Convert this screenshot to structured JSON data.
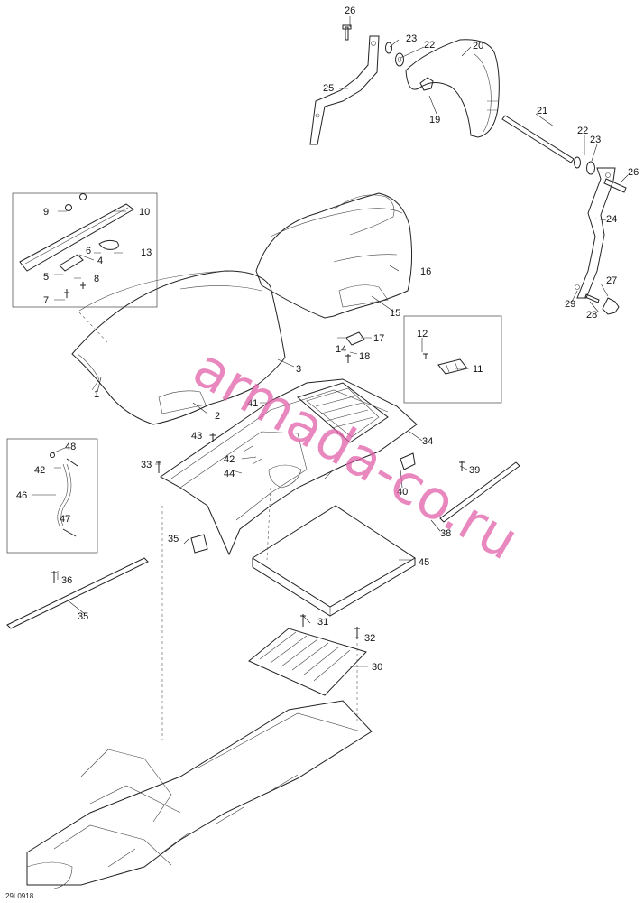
{
  "diagram": {
    "drawing_code": "29L0918",
    "watermark": "armada-co.ru",
    "callouts": [
      {
        "id": "c26a",
        "text": "26"
      },
      {
        "id": "c23a",
        "text": "23"
      },
      {
        "id": "c22a",
        "text": "22"
      },
      {
        "id": "c20",
        "text": "20"
      },
      {
        "id": "c25",
        "text": "25"
      },
      {
        "id": "c19",
        "text": "19"
      },
      {
        "id": "c21",
        "text": "21"
      },
      {
        "id": "c22b",
        "text": "22"
      },
      {
        "id": "c23b",
        "text": "23"
      },
      {
        "id": "c26b",
        "text": "26"
      },
      {
        "id": "c24",
        "text": "24"
      },
      {
        "id": "c9",
        "text": "9"
      },
      {
        "id": "c10",
        "text": "10"
      },
      {
        "id": "c6",
        "text": "6"
      },
      {
        "id": "c13",
        "text": "13"
      },
      {
        "id": "c4",
        "text": "4"
      },
      {
        "id": "c5",
        "text": "5"
      },
      {
        "id": "c8",
        "text": "8"
      },
      {
        "id": "c7",
        "text": "7"
      },
      {
        "id": "c16",
        "text": "16"
      },
      {
        "id": "c27",
        "text": "27"
      },
      {
        "id": "c29",
        "text": "29"
      },
      {
        "id": "c28",
        "text": "28"
      },
      {
        "id": "c15",
        "text": "15"
      },
      {
        "id": "c12",
        "text": "12"
      },
      {
        "id": "c14",
        "text": "14"
      },
      {
        "id": "c17",
        "text": "17"
      },
      {
        "id": "c18",
        "text": "18"
      },
      {
        "id": "c11",
        "text": "11"
      },
      {
        "id": "c3",
        "text": "3"
      },
      {
        "id": "c1",
        "text": "1"
      },
      {
        "id": "c2",
        "text": "2"
      },
      {
        "id": "c41",
        "text": "41"
      },
      {
        "id": "c43",
        "text": "43"
      },
      {
        "id": "c34",
        "text": "34"
      },
      {
        "id": "c48",
        "text": "48"
      },
      {
        "id": "c42a",
        "text": "42"
      },
      {
        "id": "c33",
        "text": "33"
      },
      {
        "id": "c42b",
        "text": "42"
      },
      {
        "id": "c44",
        "text": "44"
      },
      {
        "id": "c39",
        "text": "39"
      },
      {
        "id": "c46",
        "text": "46"
      },
      {
        "id": "c40",
        "text": "40"
      },
      {
        "id": "c47",
        "text": "47"
      },
      {
        "id": "c38",
        "text": "38"
      },
      {
        "id": "c35a",
        "text": "35"
      },
      {
        "id": "c45",
        "text": "45"
      },
      {
        "id": "c36",
        "text": "36"
      },
      {
        "id": "c35b",
        "text": "35"
      },
      {
        "id": "c31",
        "text": "31"
      },
      {
        "id": "c32",
        "text": "32"
      },
      {
        "id": "c30",
        "text": "30"
      }
    ]
  }
}
